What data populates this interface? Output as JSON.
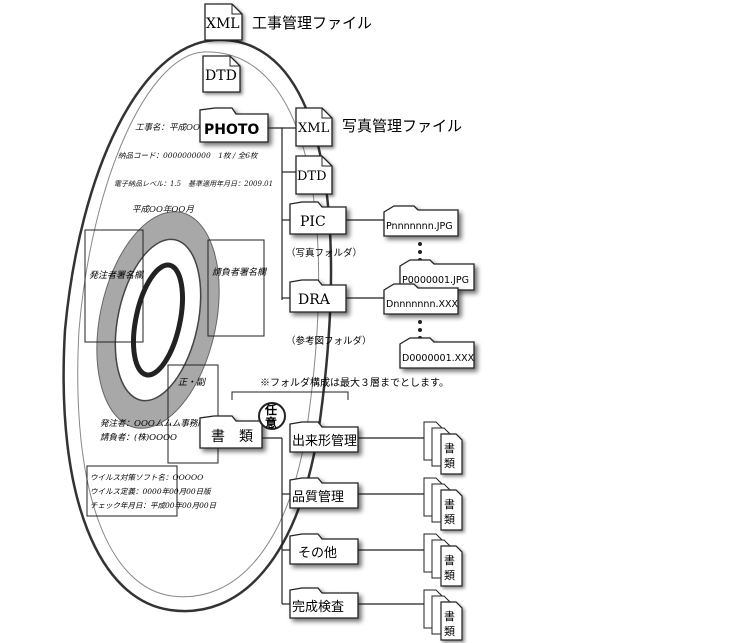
{
  "disc": {
    "lines": [
      "工事名：平成OO年度 OOO",
      "納品コード：0000000000　1枚 / 全6枚",
      "電子納品レベル：1.5　基準適用年月日：2009.01",
      "平成OO年OO月"
    ],
    "box_orderer_seal": "発注者署名欄",
    "box_contractor_seal": "請負者署名欄",
    "box_copy": "正・副",
    "orderer_line": "発注者：OOOムムム事務所",
    "contractor_line": "請負者：(株)OOOO",
    "virus_lines": [
      "ウイルス対策ソフト名：OOOOO",
      "ウイルス定義：0000年00月00日版",
      "チェック年月日：平成00年00月00日"
    ]
  },
  "tree": {
    "xml_top": {
      "icon": "XML",
      "label": "工事管理ファイル"
    },
    "dtd_top": "DTD",
    "photo": "PHOTO",
    "photo_xml": {
      "icon": "XML",
      "label": "写真管理ファイル"
    },
    "photo_dtd": "DTD",
    "pic": {
      "folder": "PIC",
      "caption": "（写真フォルダ）",
      "file1": "Pnnnnnnn.JPG",
      "file2": "P0000001.JPG"
    },
    "dra": {
      "folder": "DRA",
      "caption": "（参考図フォルダ）",
      "file1": "Dnnnnnnn.XXX",
      "file2": "D0000001.XXX"
    },
    "note": "※フォルダ構成は最大３層までとします。",
    "docs": {
      "folder": "書　類",
      "badge_top": "任",
      "badge_bottom": "意"
    },
    "subfolders": [
      "出来形管理",
      "品質管理",
      "その他",
      "完成検査"
    ],
    "doc_icon_top": "書",
    "doc_icon_bottom": "類"
  }
}
